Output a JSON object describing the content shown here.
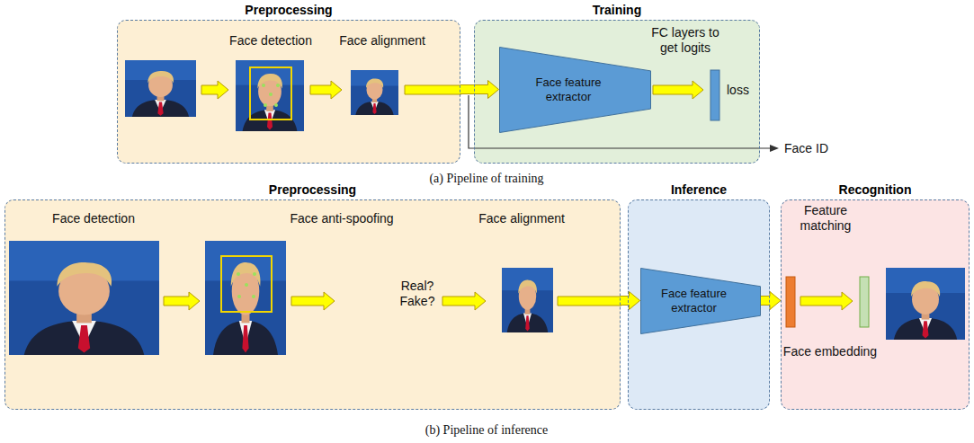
{
  "diagram": {
    "nodes": [
      {
        "text": [
          "Preprocessing"
        ]
      },
      {
        "text": [
          "Training"
        ]
      },
      {
        "text": [
          "Face feature extractor"
        ],
        "in": 1
      },
      {
        "text": [
          "Preprocessing"
        ]
      },
      {
        "text": [
          "Inference"
        ]
      },
      {
        "text": [
          "Face feature extractor"
        ],
        "in": 4
      },
      {
        "text": [
          "Recognition"
        ]
      }
    ],
    "edges": [
      {
        "from": 0,
        "to": 2,
        "arrow": "to"
      },
      {
        "from": 3,
        "to": 5,
        "arrow": "to"
      },
      {
        "from": 5,
        "to": 6,
        "arrow": "to"
      }
    ],
    "labels": [
      "Face detection",
      "Face alignment",
      "FC layers to get logits",
      "loss",
      "Face ID",
      "(a) Pipeline of training",
      "Face detection",
      "Face anti-spoofing",
      "Face alignment",
      "Real? Fake?",
      "Feature matching",
      "Face embedding",
      "(b) Pipeline of inference"
    ]
  }
}
